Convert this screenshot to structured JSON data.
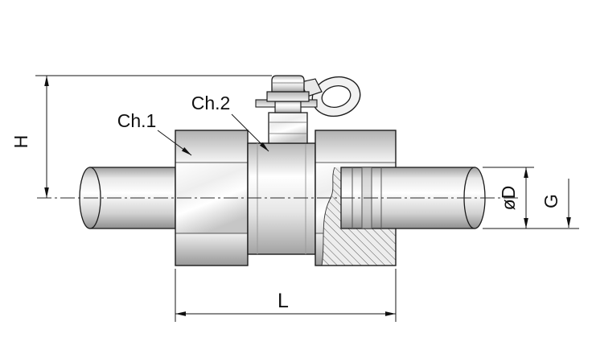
{
  "labels": {
    "height": "H",
    "wrench1": "Ch.1",
    "wrench2": "Ch.2",
    "diameter": "øD",
    "thread": "G",
    "length": "L"
  },
  "colors": {
    "ink": "#151515",
    "metal_light": "#ffffff",
    "metal_mid": "#e0e0e0",
    "metal_dark": "#9a9a9a",
    "background": "#ffffff"
  }
}
